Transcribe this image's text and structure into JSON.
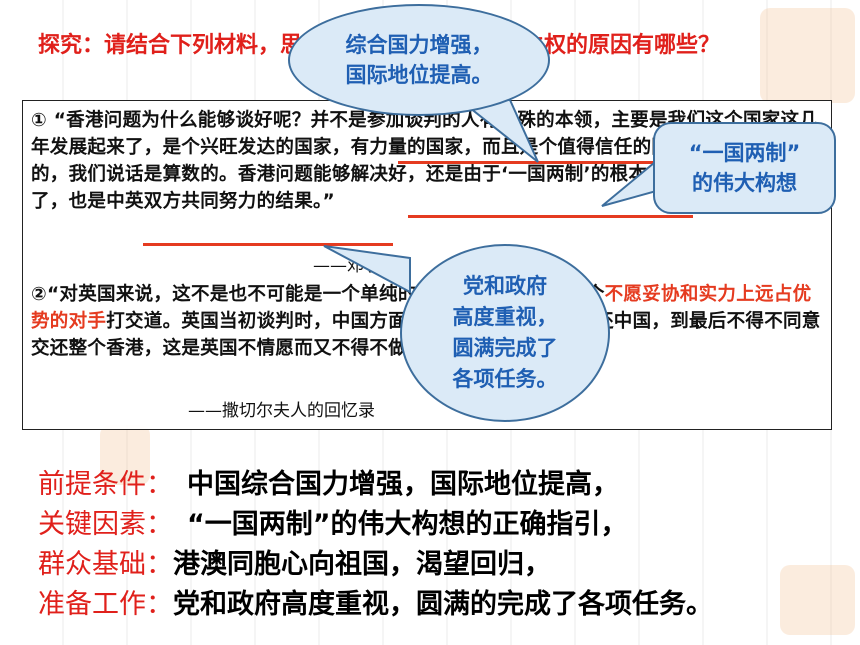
{
  "question": "探究：请结合下列材料，思考我国收回香港、澳门主权的原因有哪些？",
  "material": {
    "p1_part1": "① “香港问题为什么能够谈好呢？并不是参加谈判的人有特殊的本领，主要是我们这个国家这几年发展起来了，是个兴旺发达的国家，有力量的国家，而且是个值得信任的国家，我们是讲信用的，我们说话是算数的。",
    "p1_part2": "香港问题能够解决好，还是由于‘一国两制’的根本方针或根本战略搞对了，也是中英双方共同努力的结果。”",
    "p1_attribution": "——邓小平",
    "p2_part1": "②“对英国来说，这不是也不可能是一个单纯的谈判，我们是在同一个",
    "p2_red": "不愿妥协和实力上远占优势的对手",
    "p2_part2": "打交道。英国当初谈判时，中国方面并不打算把香港整个交还中国，到最后不得不同意交还整个香港，这是英国不情愿而又不得不做的。”",
    "p2_attribution": "——撒切尔夫人的回忆录"
  },
  "bubbles": {
    "top": [
      "综合国力增强，",
      "国际地位提高。"
    ],
    "right": [
      "“一国两制”",
      "的伟大构想"
    ],
    "middle": [
      "党和政府",
      "高度重视，",
      "圆满完成了",
      "各项任务。"
    ]
  },
  "summary": [
    {
      "label": "前提条件：",
      "value": "中国综合国力增强，国际地位提高，"
    },
    {
      "label": "关键因素：",
      "value": "“一国两制”的伟大构想的正确指引，"
    },
    {
      "label": "群众基础：",
      "value": "港澳同胞心向祖国，渴望回归，"
    },
    {
      "label": "准备工作：",
      "value": "党和政府高度重视，圆满的完成了各项任务。"
    }
  ],
  "colors": {
    "accent_red": "#e0201b",
    "bubble_fill": "#dbeaf7",
    "bubble_text": "#1f5fb3"
  }
}
